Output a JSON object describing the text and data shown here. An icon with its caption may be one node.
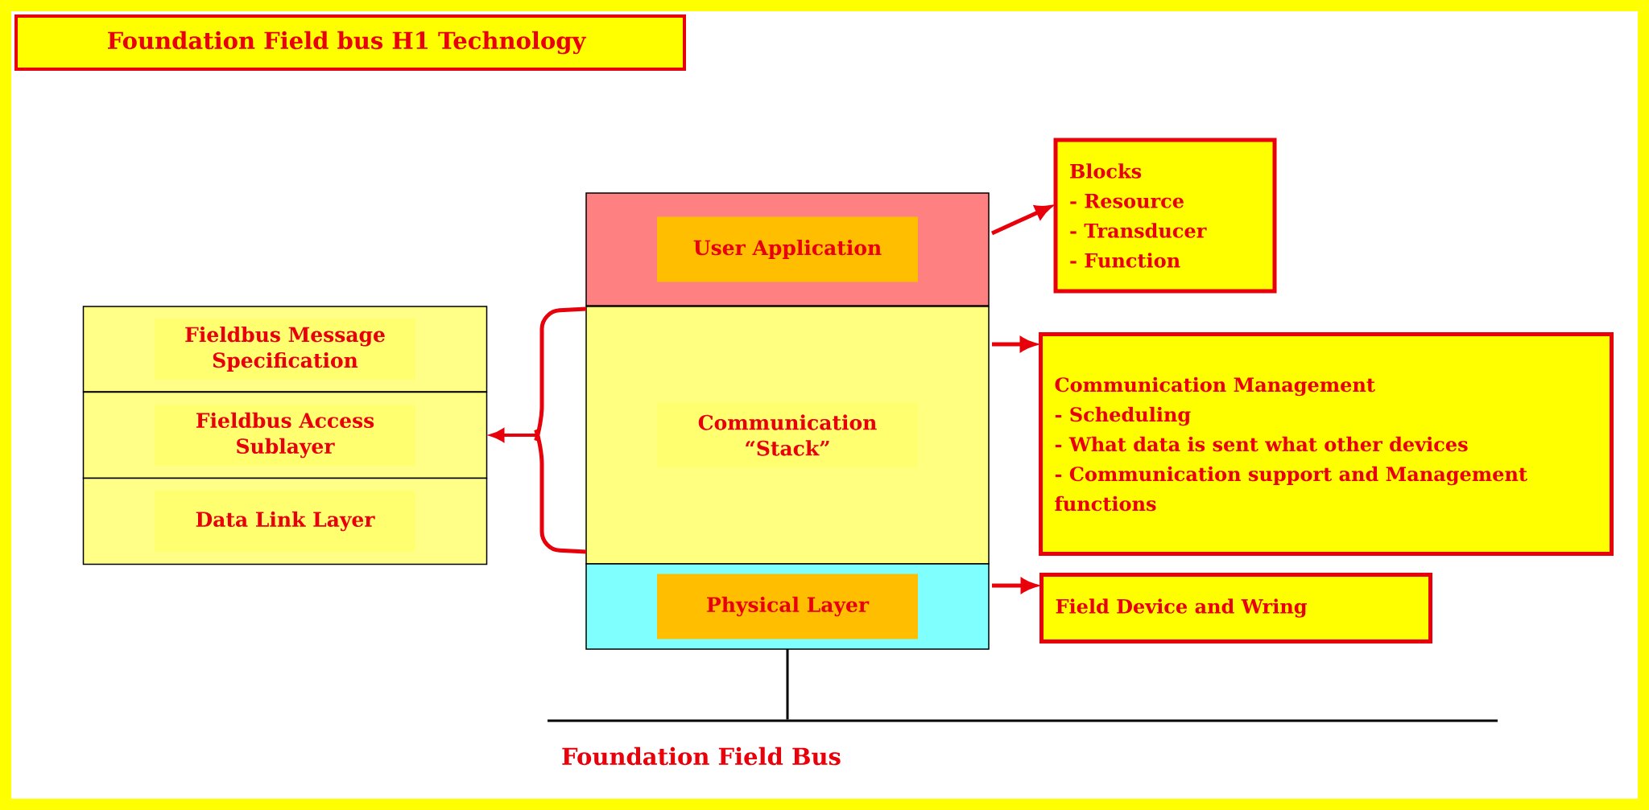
{
  "diagram": {
    "title": "Foundation Field bus H1 Technology",
    "nodes": [
      {
        "text": [
          "User Application"
        ]
      },
      {
        "text": [
          "Communication “Stack”"
        ]
      },
      {
        "text": [
          "Physical Layer"
        ]
      },
      {
        "text": [
          "Fieldbus Message Specification"
        ]
      },
      {
        "text": [
          "Fieldbus Access Sublayer"
        ]
      },
      {
        "text": [
          "Data Link Layer"
        ]
      },
      {
        "text": [
          "Blocks",
          "- Resource",
          "- Transducer",
          "- Function"
        ]
      },
      {
        "text": [
          "Communication Management",
          "- Scheduling",
          "- What data  is sent what other devices",
          "- Communication support and Management functions"
        ]
      },
      {
        "text": [
          "Field Device and Wring"
        ]
      },
      {
        "text": [],
        "shape": "bar"
      }
    ],
    "edges": [
      {
        "from": 0,
        "to": 6,
        "arrow": "to"
      },
      {
        "from": 1,
        "to": 7,
        "arrow": "to"
      },
      {
        "from": 2,
        "to": 8,
        "arrow": "to"
      },
      {
        "from": 1,
        "to": 4,
        "arrow": "to"
      },
      {
        "from": 2,
        "to": 9,
        "arrow": "none",
        "color": "#000000"
      }
    ],
    "labels": [
      "Foundation Field Bus"
    ]
  }
}
